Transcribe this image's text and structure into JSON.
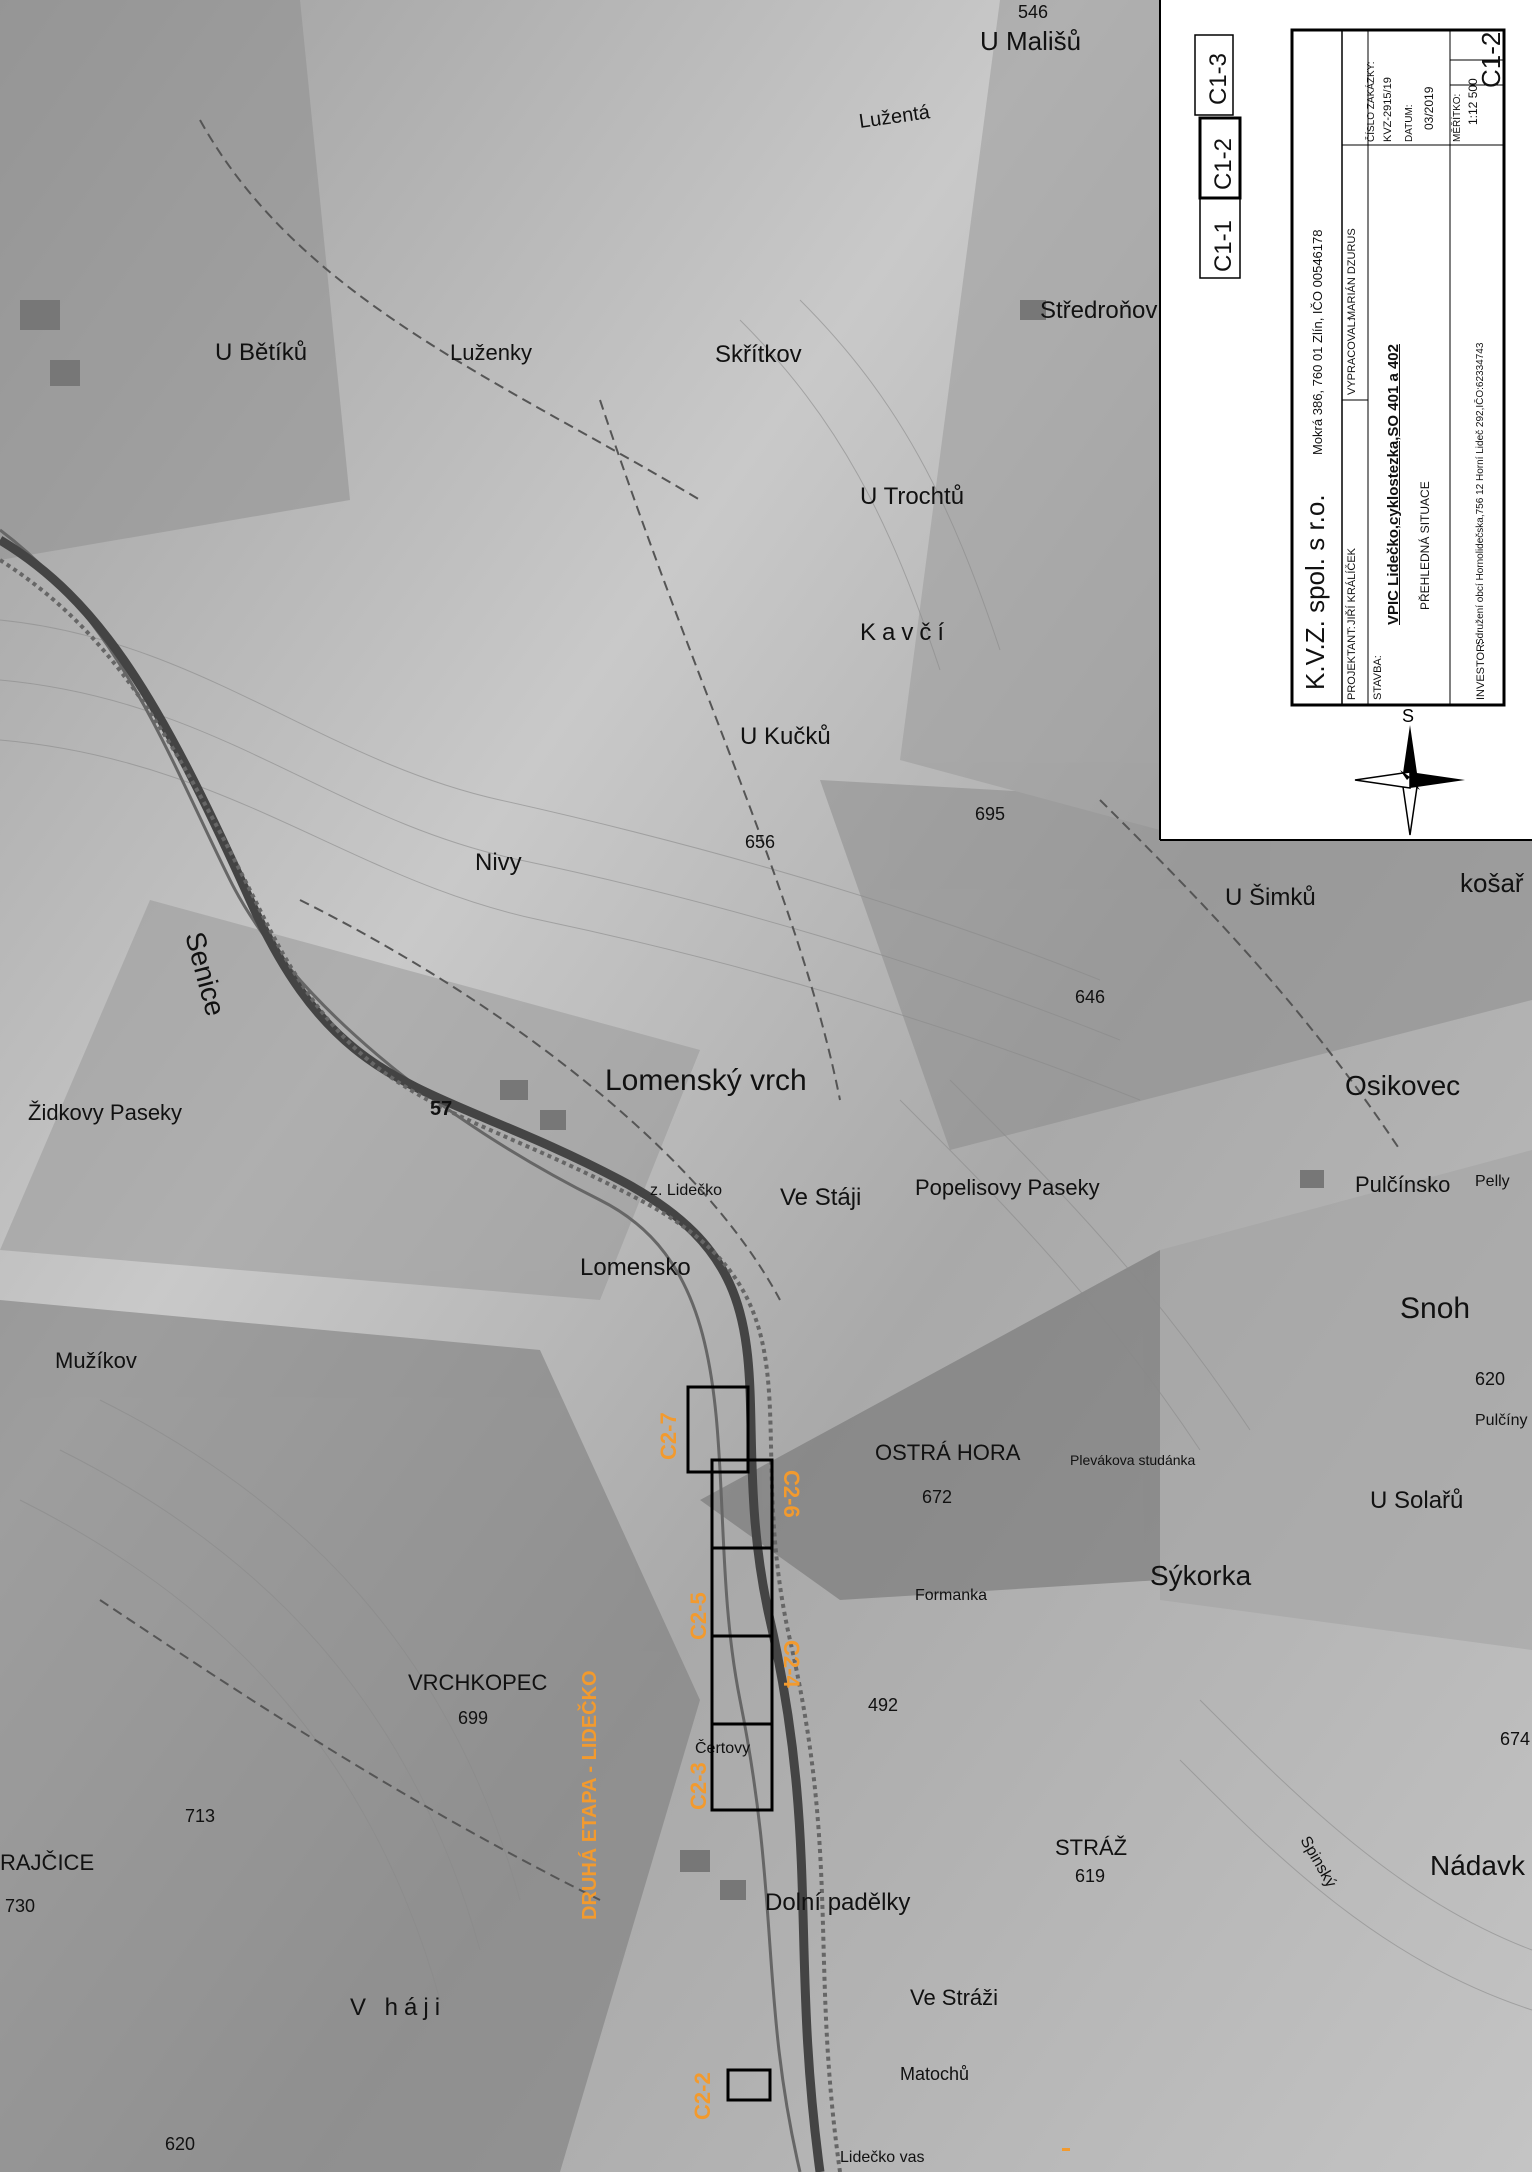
{
  "map": {
    "place_labels": [
      "U Mališů",
      "Lužentá",
      "Středroňov",
      "U Bětíků",
      "Luženky",
      "Skřítkov",
      "U Trochtů",
      "Kavčí",
      "U Kučků",
      "Nivy",
      "Senice",
      "Lomenský vrch",
      "Židkovy Paseky",
      "z. Lidečko",
      "Ve Stáji",
      "Popelisovy Paseky",
      "Lomensko",
      "Mužíkov",
      "OSTRÁ HORA",
      "Plevákova studánka",
      "Formanka",
      "VRCHKOPEC",
      "RAJČICE",
      "V háji",
      "Dolní padělky",
      "Ve Stráži",
      "Matochů",
      "Sýkorka",
      "U Solařů",
      "Nádavk",
      "Snoh",
      "Osikovec",
      "Pulčínsko",
      "U Šimků",
      "košař",
      "STRÁŽ",
      "Čertovy",
      "Lidečko vas",
      "Pulčíny",
      "Spinský",
      "Pelly"
    ],
    "elevations": [
      "546",
      "656",
      "695",
      "646",
      "620",
      "672",
      "492",
      "699",
      "713",
      "730",
      "619",
      "620",
      "674"
    ],
    "road_number": "57",
    "etapa_label": "DRUHÁ ETAPA - LIDEČKO",
    "sheets": [
      "C2-7",
      "C2-6",
      "C2-5",
      "C2-4",
      "C2-3",
      "C2-2"
    ],
    "colors": {
      "sheet_label": "#f29a2e",
      "terrain": "#bfbfbf",
      "road": "#444444"
    }
  },
  "key_map": {
    "row1": "C1-3",
    "row2_left": "C1-1",
    "row2_current": "C1-2"
  },
  "title_block": {
    "company": "K.V.Z. spol. s r.o.",
    "company_address": "Mokrá 386, 760 01 Zlín, IČO 00546178",
    "projektant_label": "PROJEKTANT:",
    "projektant": "JIŘÍ KRÁLÍČEK",
    "vypracoval_label": "VYPRACOVAL:",
    "vypracoval": "MARIÁN DZURUS",
    "stavba_label": "STAVBA:",
    "stavba": "VPIC Lidečko,cyklostezka,SO 401 a 402",
    "drawing_name": "PŘEHLEDNÁ SITUACE",
    "investor_label": "INVESTOR:",
    "investor": "Sdružení obcí Hornolidečska,756 12 Horní Lideč 292,IČO:62334743",
    "cislo_label": "ČÍSLO ZAKÁZKY:",
    "cislo": "KVZ-2915/19",
    "datum_label": "DATUM:",
    "datum": "03/2019",
    "meritko_label": "MĚŘÍTKO:",
    "meritko": "1:12 500",
    "sheet_no": "C1-2"
  },
  "north_arrow": {
    "label": "S"
  }
}
